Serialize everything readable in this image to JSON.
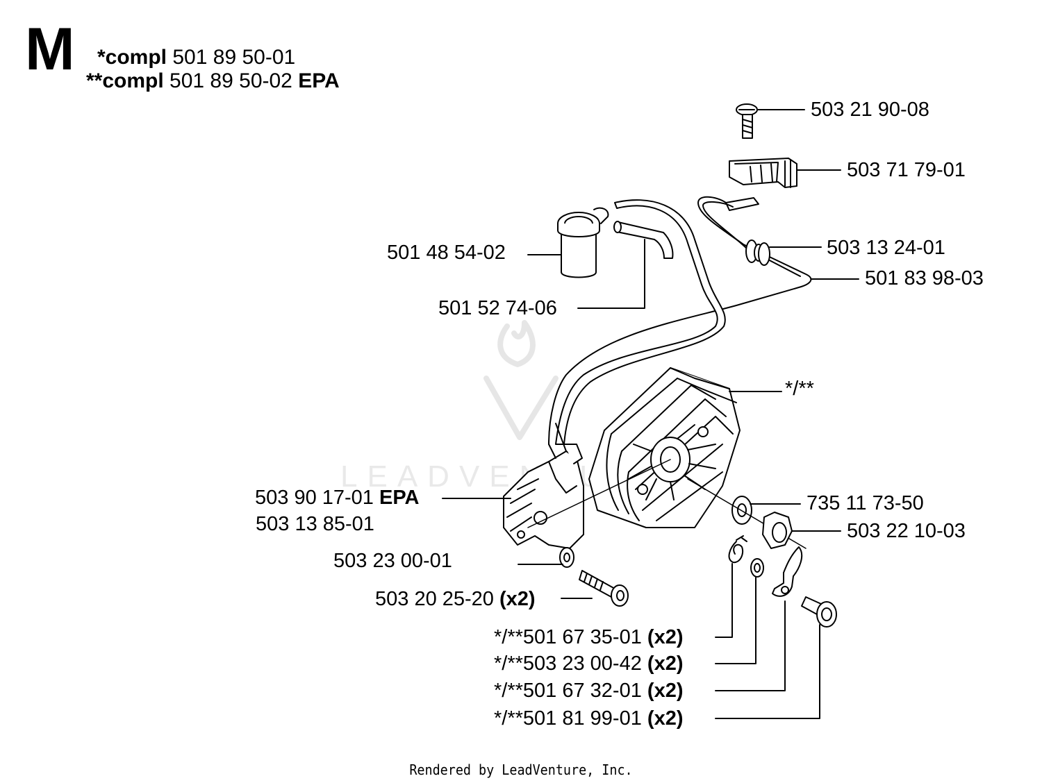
{
  "section": "M",
  "header": {
    "line1": {
      "prefix": "*compl",
      "number": "501 89 50-01"
    },
    "line2": {
      "prefix": "**compl",
      "number": "501 89 50-02",
      "suffix": "EPA"
    }
  },
  "parts": {
    "screw_top": {
      "number": "503 21 90-08"
    },
    "switch": {
      "number": "503 71 79-01"
    },
    "grommet": {
      "number": "503 13 24-01"
    },
    "wire": {
      "number": "501 83 98-03"
    },
    "fuel_filter": {
      "number": "501 48 54-02"
    },
    "fuel_hose": {
      "number": "501 52 74-06"
    },
    "flywheel": {
      "number": "*/**"
    },
    "ignition_epa": {
      "number": "503 90 17-01",
      "suffix": "EPA"
    },
    "ignition": {
      "number": "503 13 85-01"
    },
    "washer_ignition": {
      "number": "503 23 00-01"
    },
    "bolt_ignition": {
      "number": "503 20 25-20",
      "qty": "(x2)"
    },
    "washer_flywheel": {
      "number": "735 11 73-50"
    },
    "nut": {
      "number": "503 22 10-03"
    },
    "spring": {
      "number": "*/**501 67 35-01",
      "qty": "(x2)"
    },
    "washer_small": {
      "number": "*/**503 23 00-42",
      "qty": "(x2)"
    },
    "pawl": {
      "number": "*/**501 67 32-01",
      "qty": "(x2)"
    },
    "pivot_bolt": {
      "number": "*/**501 81 99-01",
      "qty": "(x2)"
    }
  },
  "watermark": "LEADVENTURE",
  "footer": "Rendered by LeadVenture, Inc."
}
